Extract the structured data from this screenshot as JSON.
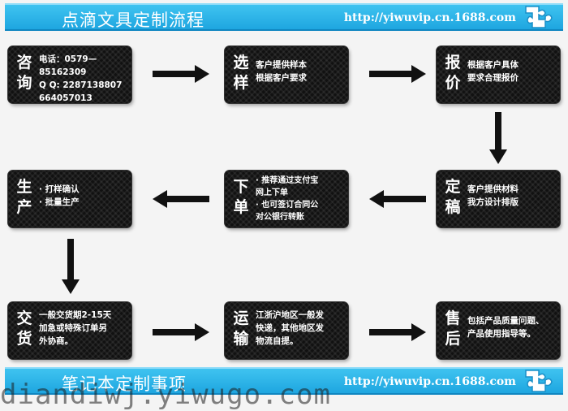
{
  "header": {
    "title": "点滴文具定制流程",
    "url": "http://yiwuvip.cn.1688.com"
  },
  "footer": {
    "title": "笔记本定制事项",
    "url": "http://yiwuvip.cn.1688.com",
    "watermark": "diandiwj.yiwugo.com"
  },
  "steps": [
    {
      "title": "咨询",
      "body": "电话：0579—85162309\nQ  Q:  2287138807\n         664057013"
    },
    {
      "title": "选样",
      "body": "客户提供样本\n根据客户要求"
    },
    {
      "title": "报价",
      "body": "根据客户具体\n要求合理报价"
    },
    {
      "title": "定稿",
      "body": "客户提供材料\n我方设计排版"
    },
    {
      "title": "下单",
      "body": "· 推荐通过支付宝\n  网上下单\n· 也可签订合同公\n  对公银行转账"
    },
    {
      "title": "生产",
      "body": "· 打样确认\n· 批量生产"
    },
    {
      "title": "交货",
      "body": "一般交货期2-15天\n加急或特殊订单另\n外协商。"
    },
    {
      "title": "运输",
      "body": "江浙沪地区一般发\n快递，其他地区发\n物流自提。"
    },
    {
      "title": "售后",
      "body": "包括产品质量问题、\n产品使用指导等。"
    }
  ]
}
